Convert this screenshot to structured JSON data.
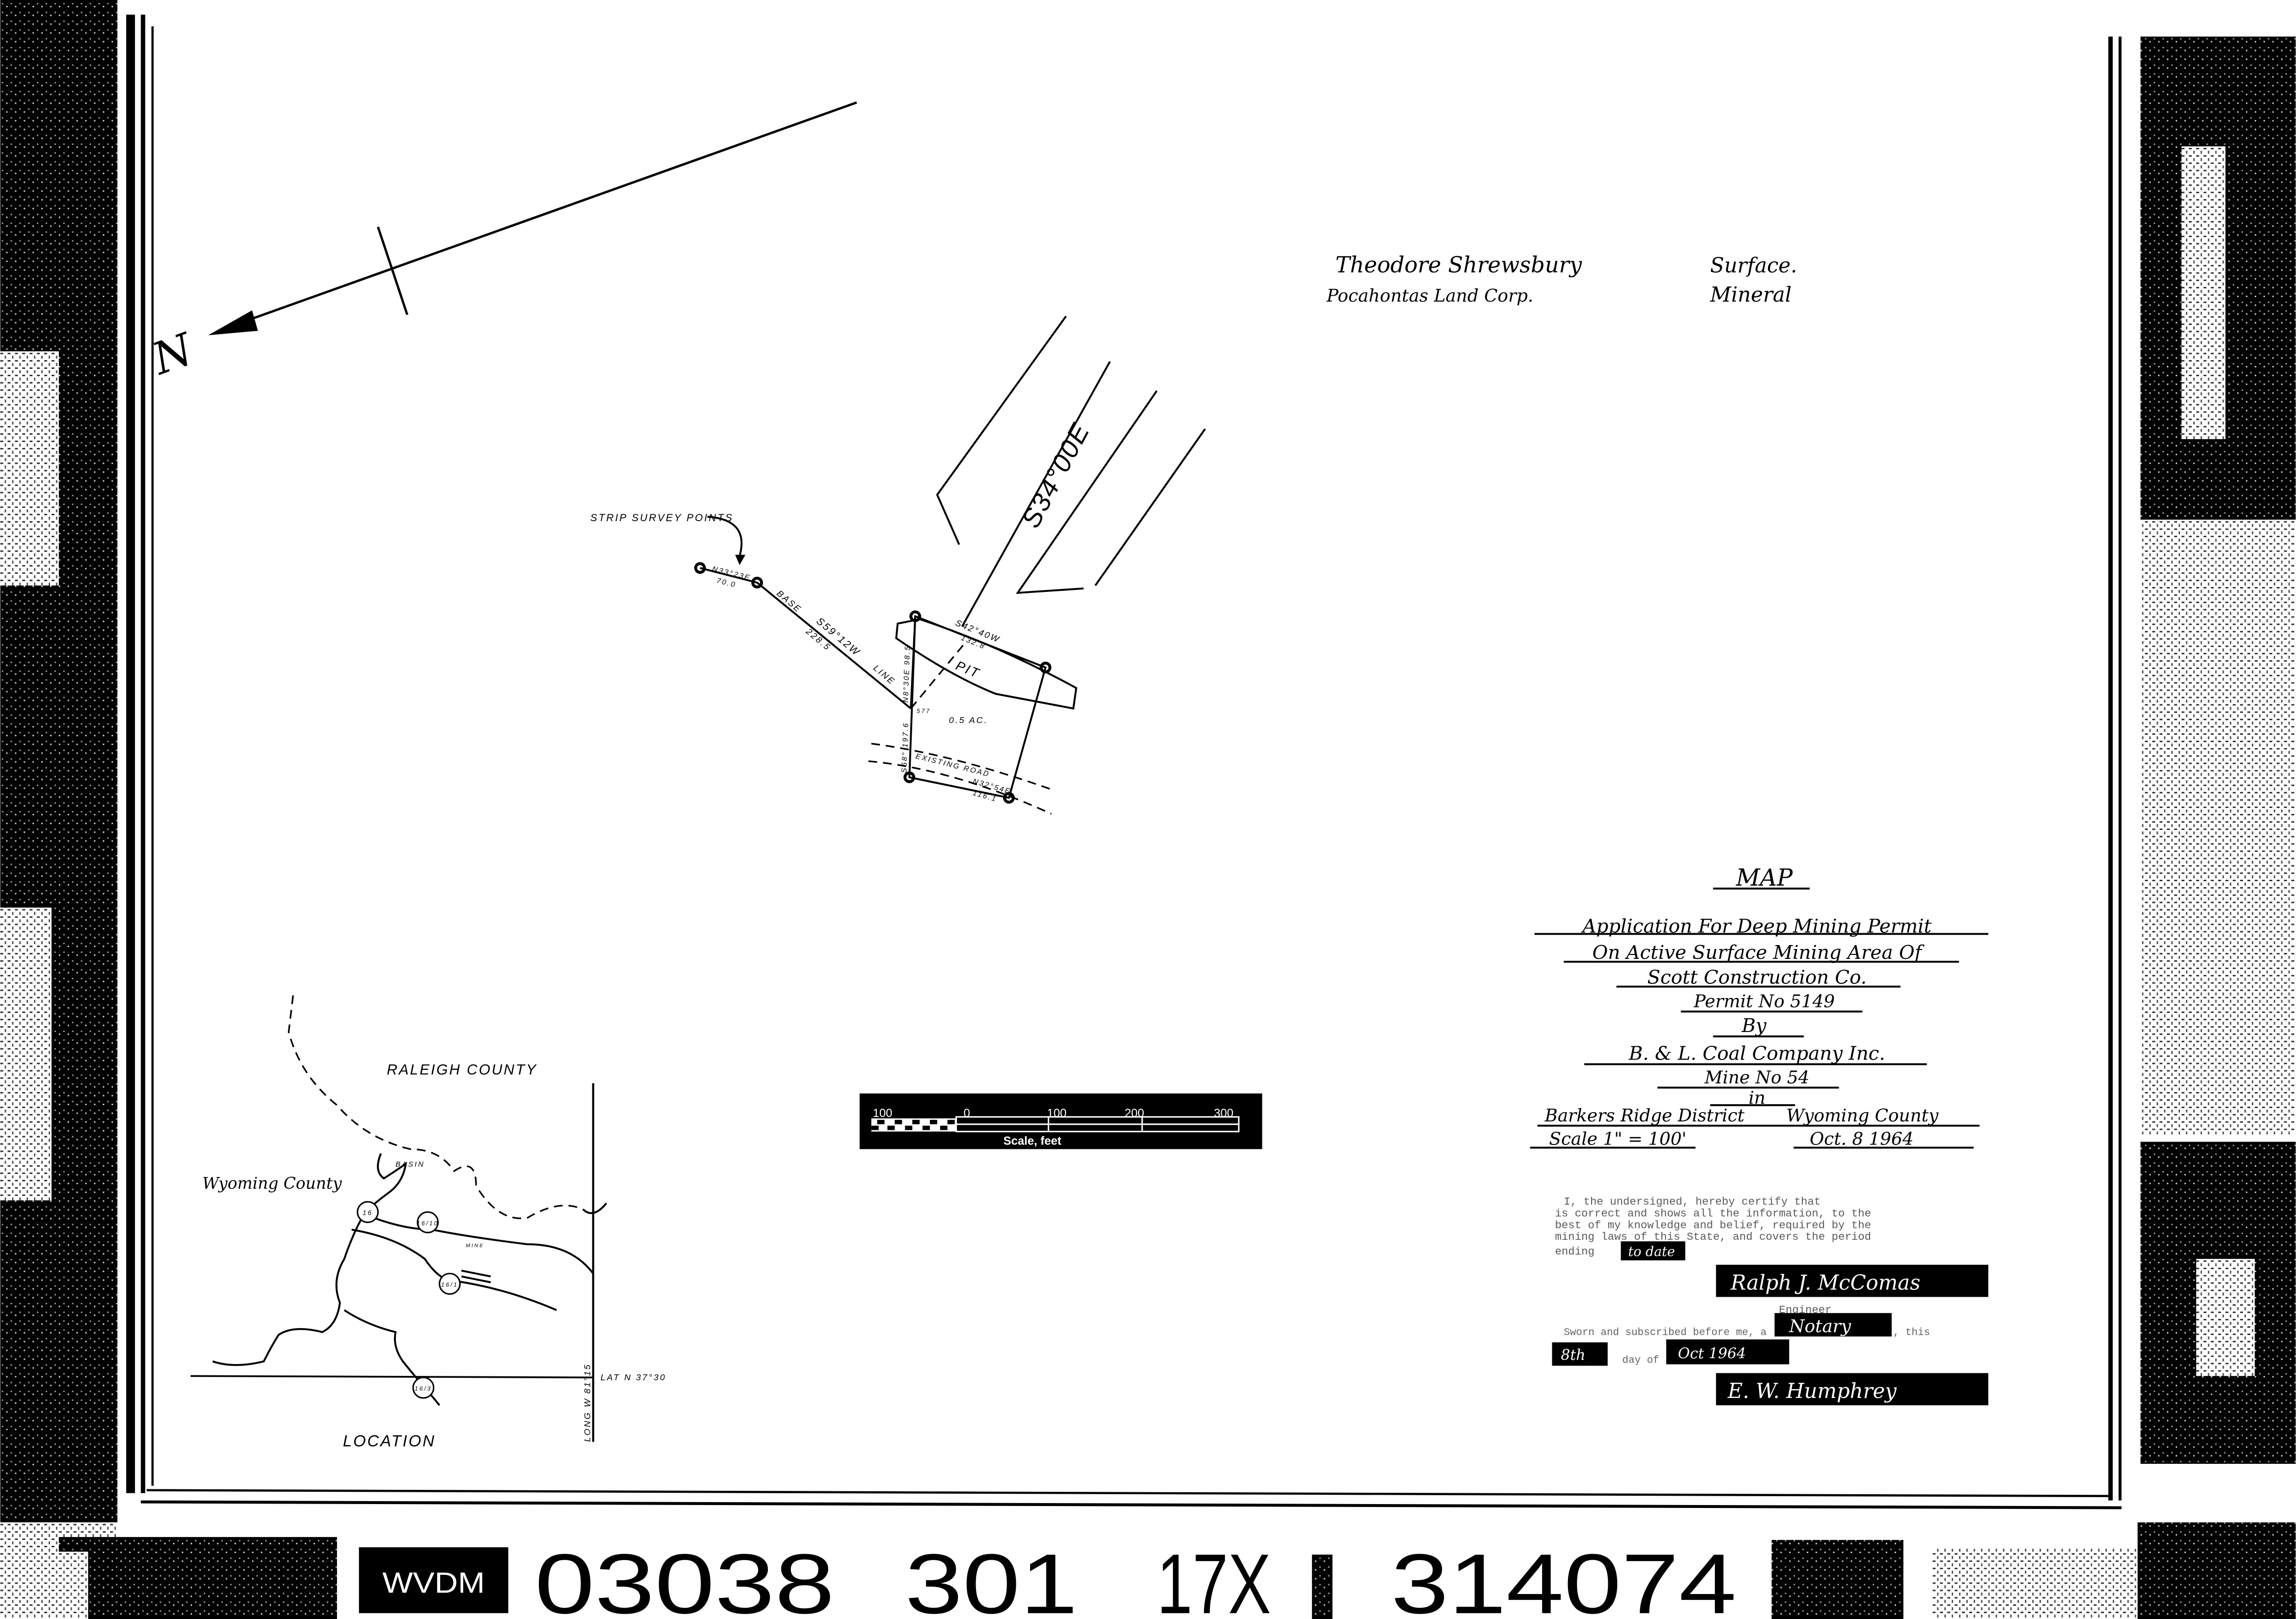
{
  "owners": {
    "surface_owner": "Theodore Shrewsbury",
    "surface_label": "Surface.",
    "mineral_owner": "Pocahontas Land Corp.",
    "mineral_label": "Mineral"
  },
  "north_arrow": {
    "label": "N"
  },
  "survey": {
    "callout": "STRIP SURVEY POINTS",
    "strip_bearing": "S34°00E",
    "leg1_bearing": "N33°23E",
    "leg1_distance": "70.0",
    "base_label_1": "BASE",
    "base_bearing": "S59°12W",
    "base_distance": "228.5",
    "base_label_2": "LINE",
    "top_bearing": "S42°40W",
    "top_distance": "132.8",
    "left_upper": "N8°30E 98.5",
    "corner_label": "577",
    "left_lower": "S68° 197.6",
    "pit_label": "PIT",
    "area_label": "0.5 AC.",
    "road_label": "EXISTING ROAD",
    "bottom_bearing": "N32°54E",
    "bottom_distance": "116.1"
  },
  "location_map": {
    "raleigh": "RALEIGH COUNTY",
    "wyoming": "Wyoming County",
    "basin": "BASIN",
    "mine": "MINE",
    "routes": [
      "16",
      "16/10",
      "16/1",
      "16/3"
    ],
    "lat": "LAT N 37°30",
    "long": "LONG W 81°15",
    "title": "LOCATION"
  },
  "scale_bar": {
    "ticks": [
      "100",
      "0",
      "100",
      "200",
      "300"
    ],
    "caption": "Scale, feet"
  },
  "title_block": {
    "heading": "MAP",
    "lines": [
      "Application For Deep Mining Permit",
      "On Active Surface Mining Area Of",
      "Scott Construction Co.",
      "Permit No 5149",
      "By",
      "B. & L. Coal Company Inc.",
      "Mine No 54",
      "in"
    ],
    "district": "Barkers Ridge District",
    "county": "Wyoming County",
    "scale": "Scale 1\" = 100'",
    "date": "Oct. 8 1964"
  },
  "certification": {
    "lines": [
      "I, the undersigned, hereby certify that",
      "is correct and shows all the information, to the",
      "best of my knowledge and belief, required by the",
      "mining laws of this State, and covers the period",
      "ending"
    ],
    "period": "to date",
    "engineer_signature": "Ralph J. McComas",
    "engineer_label": "Engineer",
    "notary_title": "Notary",
    "sworn_text": "Sworn and subscribed before me, a",
    "sworn_end": ", this",
    "day": "8th",
    "day_of": "day of",
    "month_year": "Oct 1964",
    "notary_signature": "E. W. Humphrey"
  },
  "footer": {
    "badge": "WVDM",
    "codes": [
      "03038",
      "301",
      "17X",
      "314074"
    ]
  }
}
